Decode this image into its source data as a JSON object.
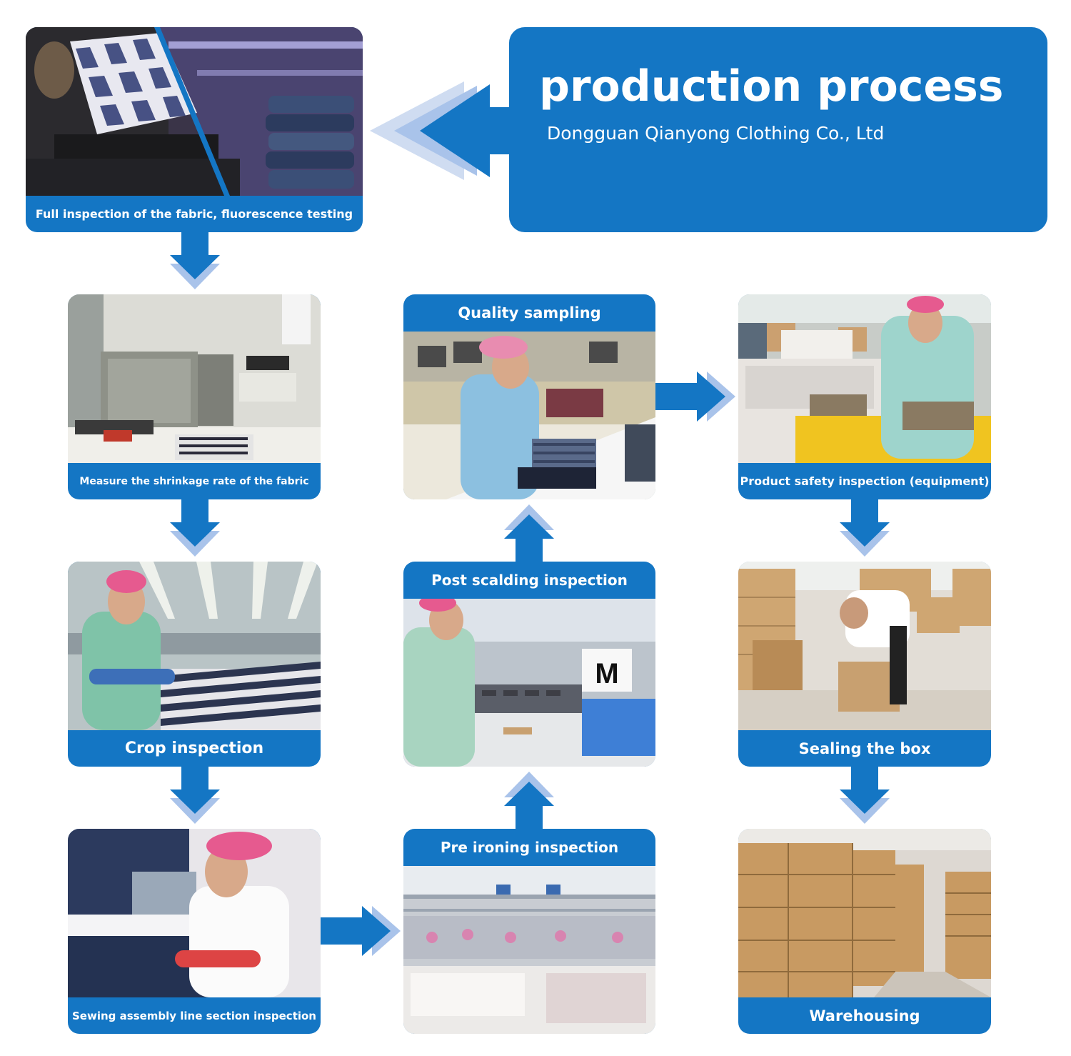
{
  "header": {
    "title": "production process",
    "subtitle": "Dongguan Qianyong Clothing Co., Ltd"
  },
  "steps": {
    "fabric_inspection": "Full inspection of the fabric, fluorescence testing",
    "shrinkage": "Measure the shrinkage rate of the fabric",
    "crop": "Crop inspection",
    "sewing": "Sewing assembly line section inspection",
    "pre_ironing": "Pre ironing inspection",
    "post_scalding": "Post scalding inspection",
    "quality_sampling": "Quality sampling",
    "safety": "Product safety inspection (equipment)",
    "sealing": "Sealing the box",
    "warehousing": "Warehousing"
  },
  "photo_text": {
    "size_card": "M"
  },
  "colors": {
    "brand_blue": "#1476c4",
    "arrow_light": "#8fb3e3"
  }
}
